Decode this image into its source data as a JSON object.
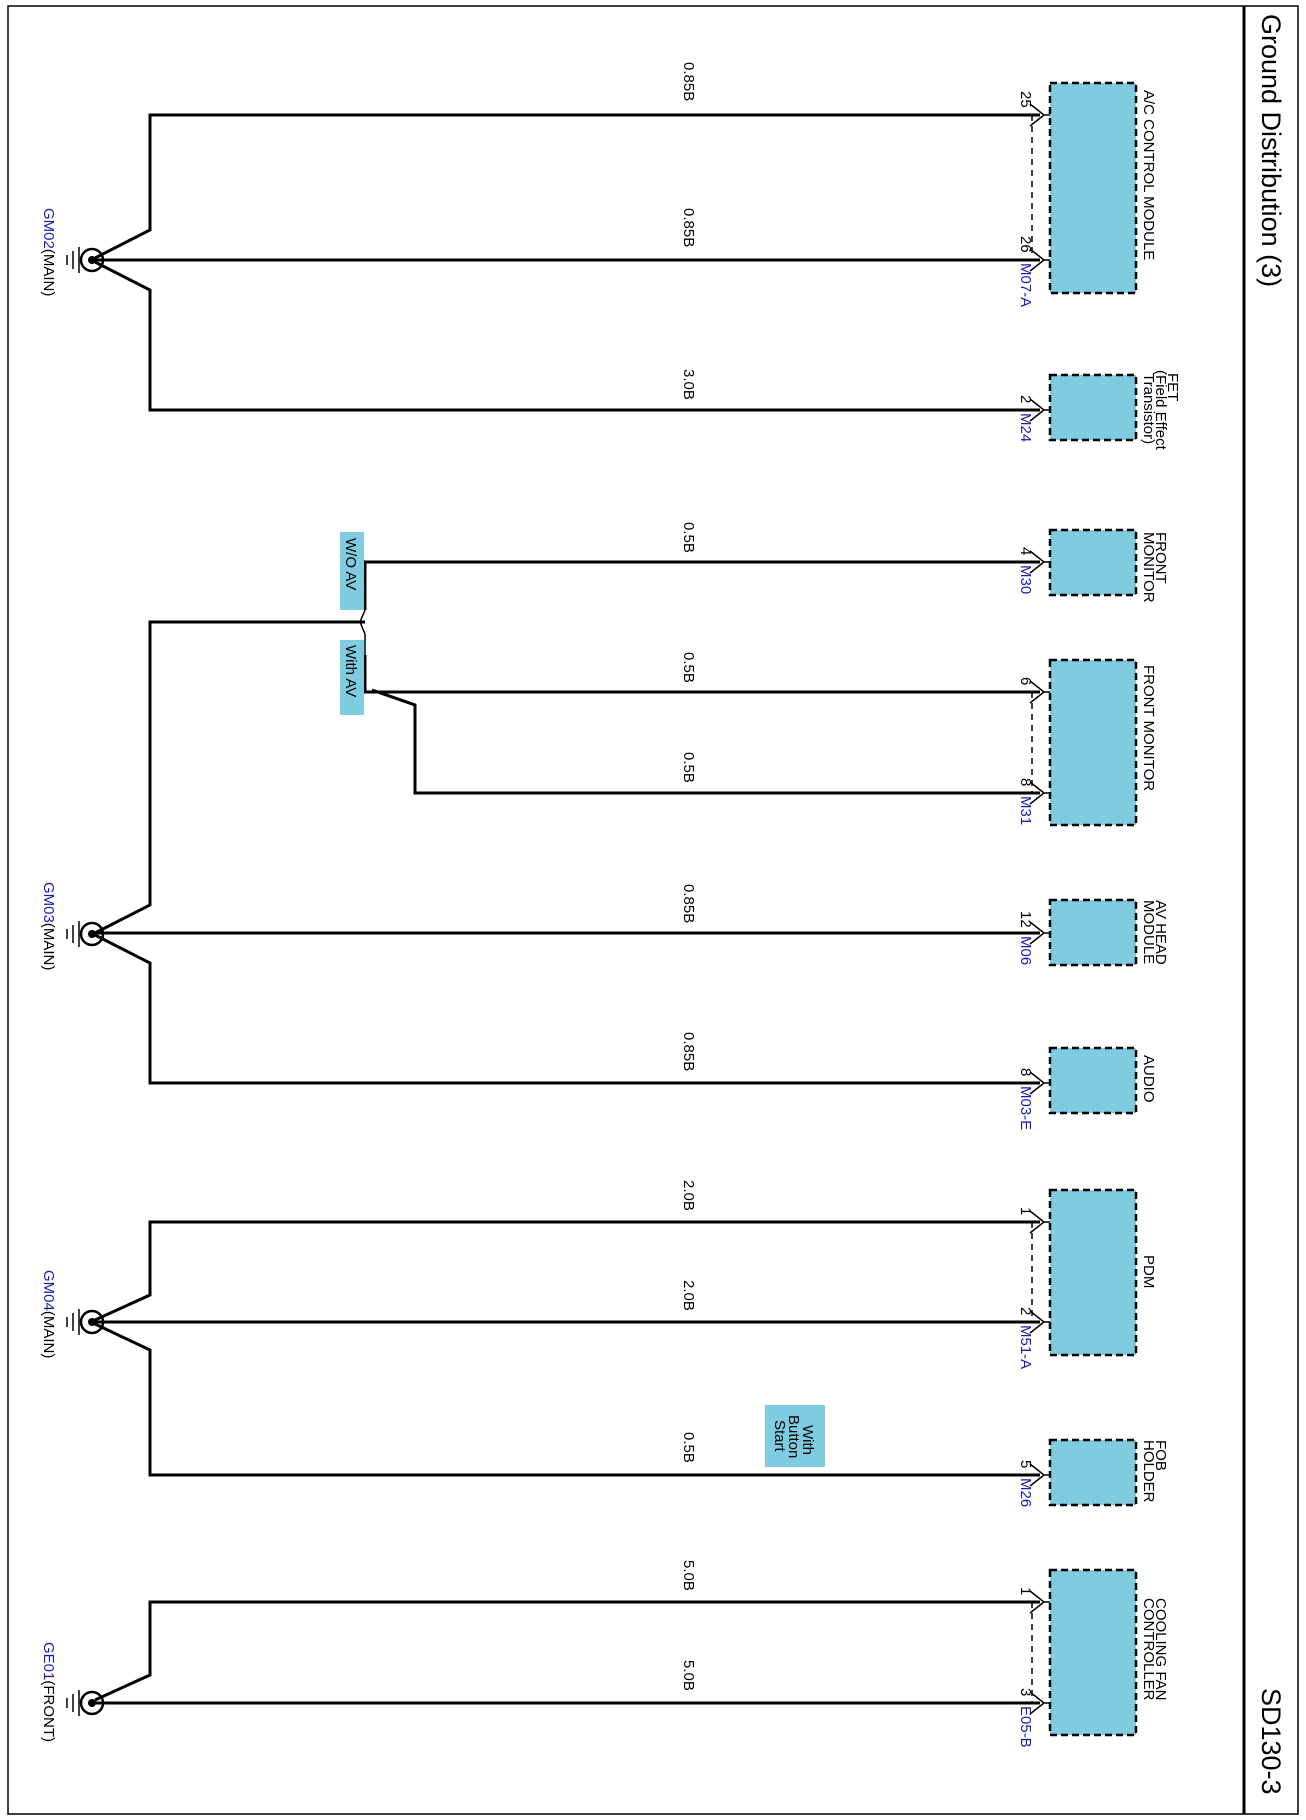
{
  "header": {
    "title": "Ground Distribution (3)",
    "page_id": "SD130-3"
  },
  "colors": {
    "module_fill": "#7fcce0",
    "connector_text": "#1a1ab4",
    "wire": "#000000"
  },
  "grounds": [
    {
      "id": "GM02",
      "suffix": "(MAIN)"
    },
    {
      "id": "GM03",
      "suffix": "(MAIN)"
    },
    {
      "id": "GM04",
      "suffix": "(MAIN)"
    },
    {
      "id": "GE01",
      "suffix": "(FRONT)"
    }
  ],
  "modules": [
    {
      "name": [
        "A/C CONTROL MODULE"
      ],
      "connector": "M07-A"
    },
    {
      "name": [
        "FET",
        "(Field Effect",
        "Transistor)"
      ],
      "connector": "M24"
    },
    {
      "name": [
        "FRONT",
        "MONITOR"
      ],
      "connector": "M30"
    },
    {
      "name": [
        "FRONT MONITOR"
      ],
      "connector": "M31"
    },
    {
      "name": [
        "AV HEAD",
        "MODULE"
      ],
      "connector": "M06"
    },
    {
      "name": [
        "AUDIO"
      ],
      "connector": "M03-E"
    },
    {
      "name": [
        "PDM"
      ],
      "connector": "M51-A"
    },
    {
      "name": [
        "FOB",
        "HOLDER"
      ],
      "connector": "M26"
    },
    {
      "name": [
        "COOLING FAN",
        "CONTROLLER"
      ],
      "connector": "E05-B"
    }
  ],
  "wires": [
    {
      "pin": "25",
      "spec": "0.85B"
    },
    {
      "pin": "26",
      "spec": "0.85B"
    },
    {
      "pin": "2",
      "spec": "3.0B"
    },
    {
      "pin": "4",
      "spec": "0.5B"
    },
    {
      "pin": "6",
      "spec": "0.5B"
    },
    {
      "pin": "8",
      "spec": "0.5B"
    },
    {
      "pin": "12",
      "spec": "0.85B"
    },
    {
      "pin": "8",
      "spec": "0.85B"
    },
    {
      "pin": "1",
      "spec": "2.0B"
    },
    {
      "pin": "2",
      "spec": "2.0B"
    },
    {
      "pin": "5",
      "spec": "0.5B"
    },
    {
      "pin": "1",
      "spec": "5.0B"
    },
    {
      "pin": "3",
      "spec": "5.0B"
    }
  ],
  "options": [
    {
      "lines": [
        "W/O AV"
      ]
    },
    {
      "lines": [
        "With AV"
      ]
    },
    {
      "lines": [
        "With",
        "Button",
        "Start"
      ]
    }
  ]
}
